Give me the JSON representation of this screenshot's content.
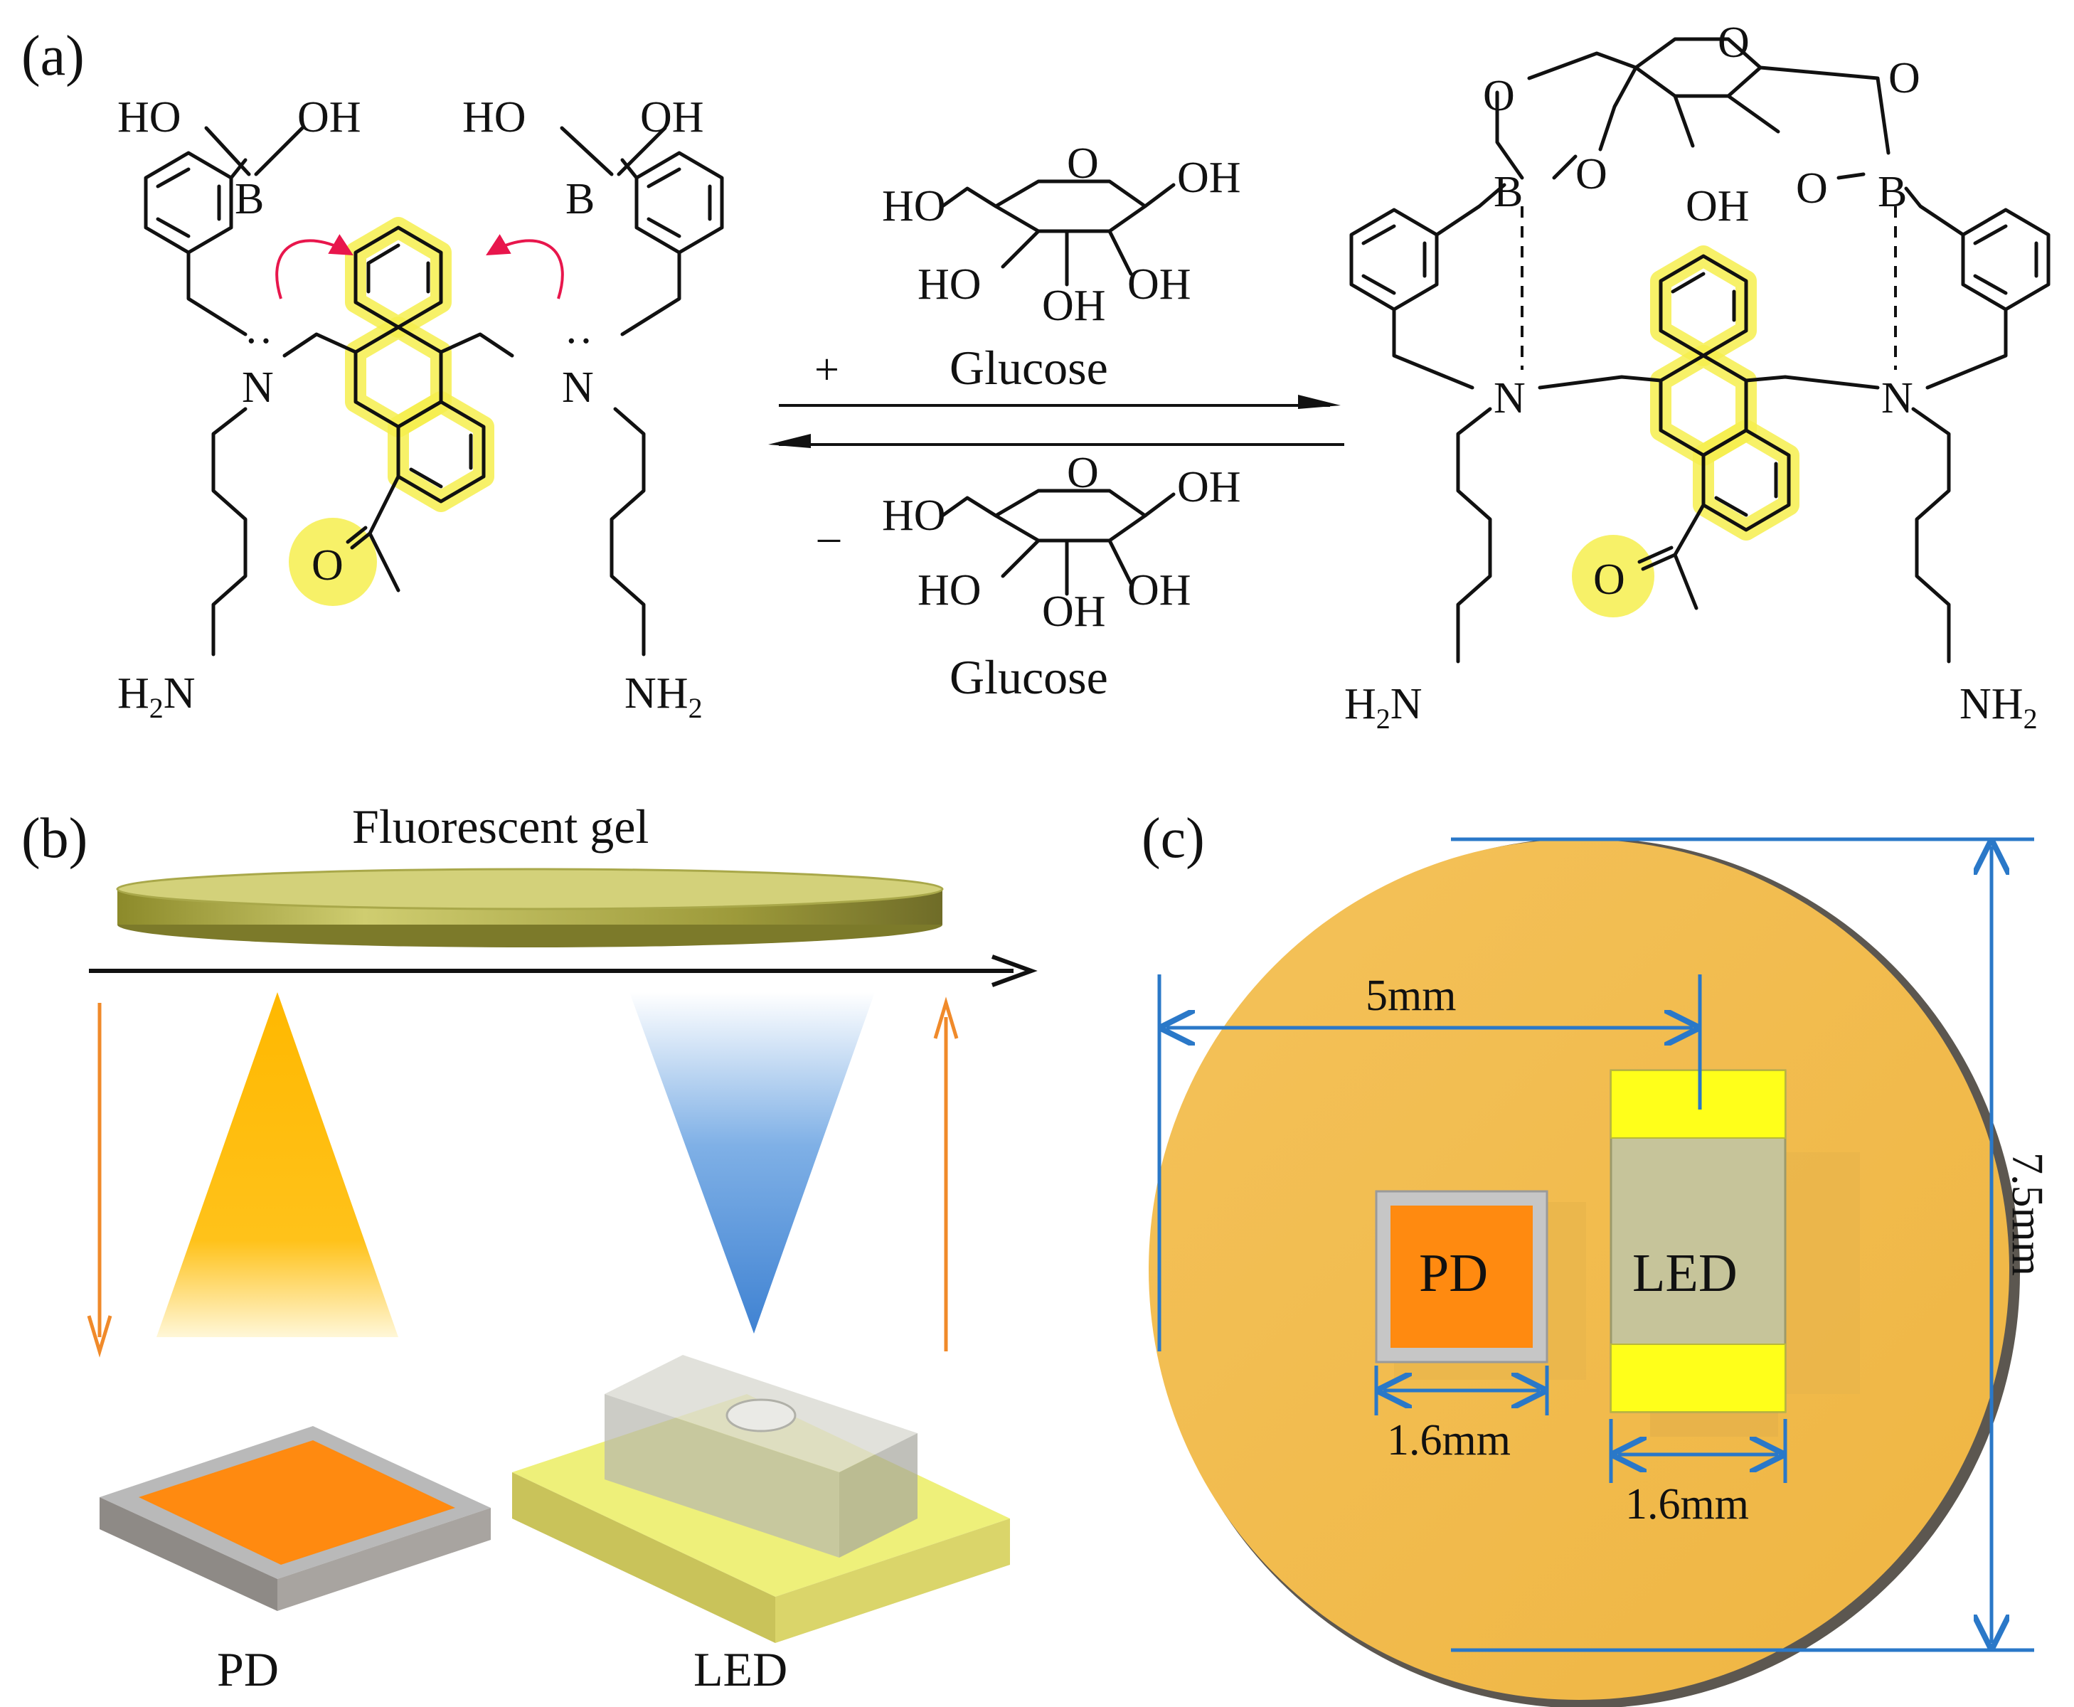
{
  "panels": {
    "a": "(a)",
    "b": "(b)",
    "c": "(c)"
  },
  "atoms": {
    "ho": "HO",
    "oh": "OH",
    "b": "B",
    "n": "N",
    "o": "O",
    "h2n": "H",
    "h2n_sub": "2",
    "h2n_n": "N",
    "nh2": "NH",
    "nh2_sub": "2",
    "lone_pair": "··"
  },
  "reaction": {
    "plus": "+",
    "minus": "–",
    "glucose_top": "Glucose",
    "glucose_bottom": "Glucose"
  },
  "panel_b": {
    "gel_label": "Fluorescent gel",
    "pd_label": "PD",
    "led_label": "LED"
  },
  "panel_c": {
    "pd": "PD",
    "led": "LED",
    "dim_5mm": "5mm",
    "dim_7_5mm": "7.5mm",
    "dim_pd": "1.6mm",
    "dim_led": "1.6mm"
  },
  "colors": {
    "highlight": "#f6ee4e",
    "arc_arrow": "#e8164c",
    "dimension_line": "#2a78c8",
    "orange_arrow": "#f08a2a",
    "disk": "#f3bd4e",
    "pd_orange": "#ff8a10",
    "led_yellow": "#ffff1a",
    "led_body": "#c6c49a",
    "gel": "#b9b84a",
    "cone_yellow": "#ffbf00",
    "cone_blue": "#4f8ed6"
  }
}
